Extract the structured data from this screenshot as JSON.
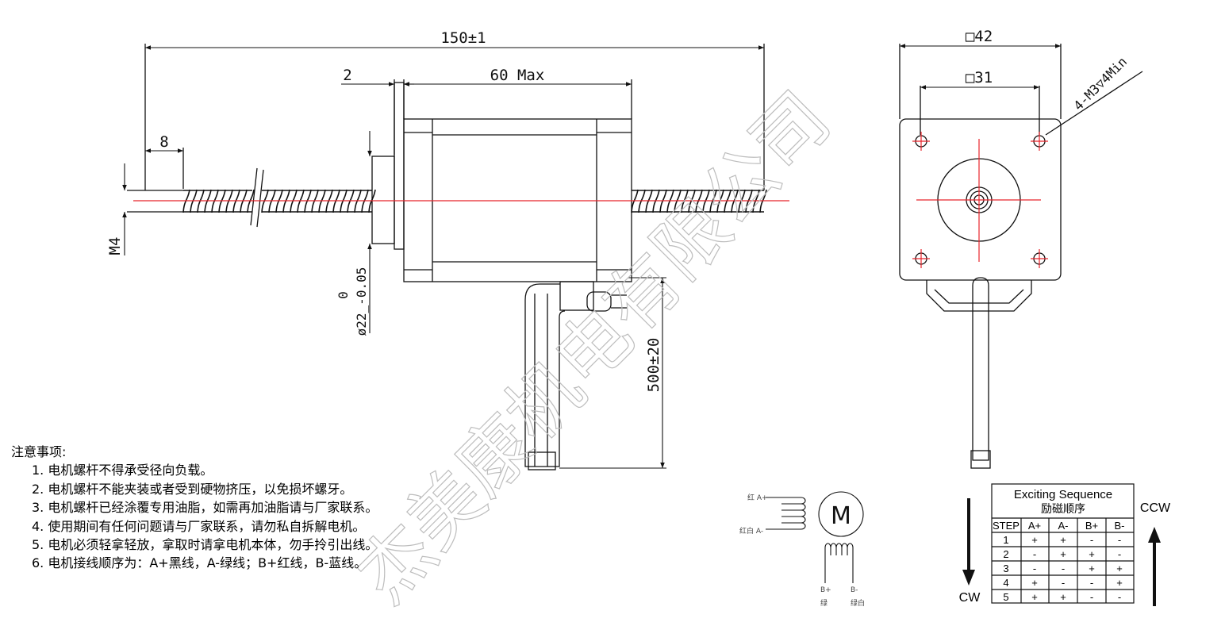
{
  "dimensions": {
    "overall_length": "150±1",
    "body_length": "60 Max",
    "flange_thickness": "2",
    "thread_start": "8",
    "screw_thread": "M4",
    "pilot_diameter": "ø22_-0.05",
    "pilot_tol_upper": "0",
    "lead_length": "500±20",
    "square_outer": "□42",
    "hole_spacing": "□31",
    "mount_holes": "4-M3▽4Min"
  },
  "notes": {
    "title": "注意事项:",
    "items": [
      "1. 电机螺杆不得承受径向负载。",
      "2. 电机螺杆不能夹装或者受到硬物挤压，以免损坏螺牙。",
      "3. 电机螺杆已经涂覆专用油脂，如需再加油脂请与厂家联系。",
      "4. 使用期间有任何问题请与厂家联系，请勿私自拆解电机。",
      "5. 电机必须轻拿轻放，拿取时请拿电机本体，勿手拎引出线。",
      "6. 电机接线顺序为：A+黑线，A-绿线；B+红线，B-蓝线。"
    ]
  },
  "wiring": {
    "motor_symbol": "M",
    "a_plus": "红 A+",
    "a_minus": "红白 A-",
    "b_plus": "B+",
    "b_plus_color": "绿",
    "b_minus": "B-",
    "b_minus_color": "绿白"
  },
  "sequence": {
    "title": "Exciting Sequence",
    "subtitle": "励磁顺序",
    "headers": [
      "STEP",
      "A+",
      "A-",
      "B+",
      "B-"
    ],
    "rows": [
      [
        "1",
        "+",
        "+",
        "-",
        "-"
      ],
      [
        "2",
        "-",
        "+",
        "+",
        "-"
      ],
      [
        "3",
        "-",
        "-",
        "+",
        "+"
      ],
      [
        "4",
        "+",
        "-",
        "-",
        "+"
      ],
      [
        "5",
        "+",
        "+",
        "-",
        "-"
      ]
    ],
    "cw_label": "CW",
    "ccw_label": "CCW"
  },
  "watermark": [
    "杰",
    "美",
    "康",
    "机",
    "电",
    "有",
    "限",
    "公",
    "司"
  ],
  "colors": {
    "centerline": "#e8242b",
    "line": "#111111",
    "watermark": "#bdbdbd"
  }
}
